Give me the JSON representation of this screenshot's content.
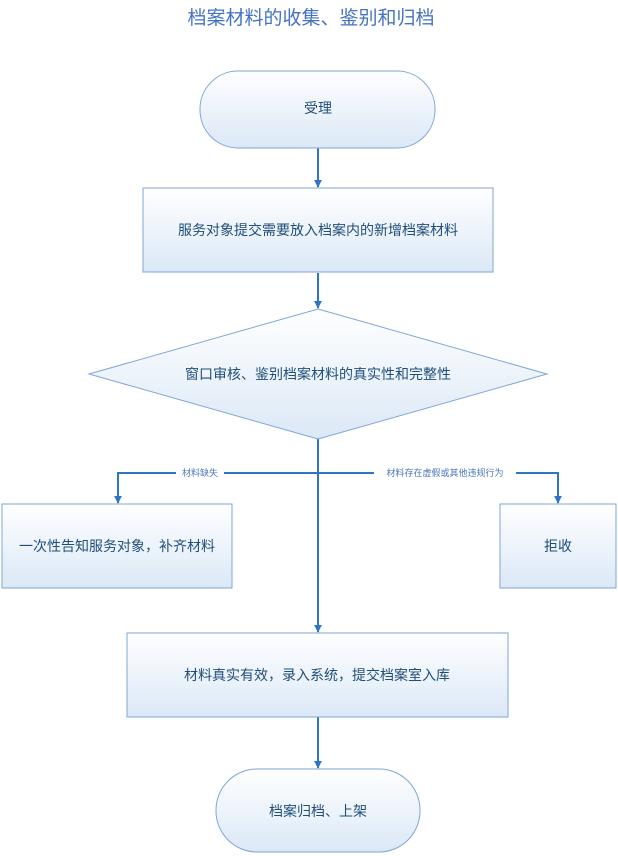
{
  "title": "档案材料的收集、鉴别和归档",
  "nodes": {
    "start": "受理",
    "submit": "服务对象提交需要放入档案内的新增档案材料",
    "review": "窗口审核、鉴别档案材料的真实性和完整性",
    "notify": "一次性告知服务对象，补齐材料",
    "reject": "拒收",
    "accept": "材料真实有效，录入系统，提交档案室入库",
    "archive": "档案归档、上架"
  },
  "edges": {
    "missing": "材料缺失",
    "fraud": "材料存在虚假或其他违规行为"
  },
  "colors": {
    "title": "#4472c4",
    "arrow": "#2e75c8",
    "shape_border": "#7fa6d6",
    "shape_fill_top": "#ffffff",
    "shape_fill_bottom": "#dbe8f6"
  }
}
